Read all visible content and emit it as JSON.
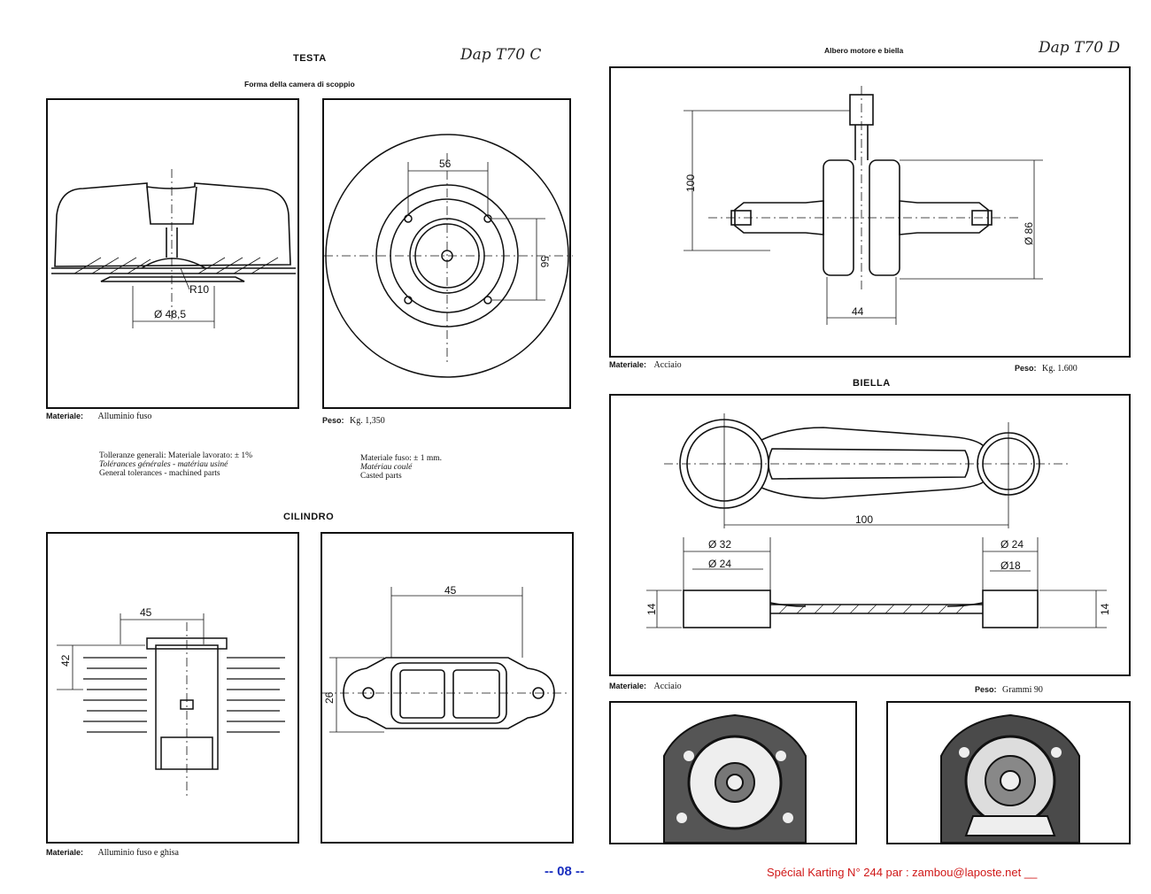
{
  "left_page": {
    "testa": {
      "title": "TESTA",
      "subtitle": "Forma della camera di scoppio",
      "handwritten": "Dap T70  C",
      "material_label": "Materiale:",
      "material_value": "Alluminio fuso",
      "weight_label": "Peso:",
      "weight_value": "Kg. 1,350",
      "dims": {
        "radius": "R10",
        "bore": "Ø 48,5",
        "top_dim": "56",
        "side_dim": "56"
      }
    },
    "tolerances": {
      "machined_it": "Tolleranze generali: Materiale lavorato: ± 1%",
      "machined_fr": "Tolérances générales - matériau usiné",
      "machined_en": "General tolerances - machined parts",
      "cast_it": "Materiale fuso: ± 1 mm.",
      "cast_fr": "Matériau coulé",
      "cast_en": "Casted parts"
    },
    "cilindro": {
      "title": "CILINDRO",
      "material_label": "Materiale:",
      "material_value": "Alluminio fuso e ghisa",
      "dims": {
        "top": "45",
        "side": "42",
        "port_top": "45",
        "port_side": "26"
      }
    }
  },
  "right_page": {
    "albero": {
      "title": "Albero motore e biella",
      "handwritten": "Dap T70  D",
      "material_label": "Materiale:",
      "material_value": "Acciaio",
      "weight_label": "Peso:",
      "weight_value": "Kg.  1.600",
      "dims": {
        "height": "100",
        "diameter": "Ø 86",
        "width": "44"
      }
    },
    "biella": {
      "title": "BIELLA",
      "material_label": "Materiale:",
      "material_value": "Acciaio",
      "weight_label": "Peso:",
      "weight_value": "Grammi 90",
      "dims": {
        "length": "100",
        "big_outer": "Ø 32",
        "big_inner": "Ø 24",
        "small_outer": "Ø 24",
        "small_inner": "Ø18",
        "width_left": "14",
        "width_right": "14"
      }
    }
  },
  "footer": {
    "page_number": "-- 08 --",
    "credit": "Spécial Karting N° 244 par :  zambou@laposte.net   __"
  }
}
